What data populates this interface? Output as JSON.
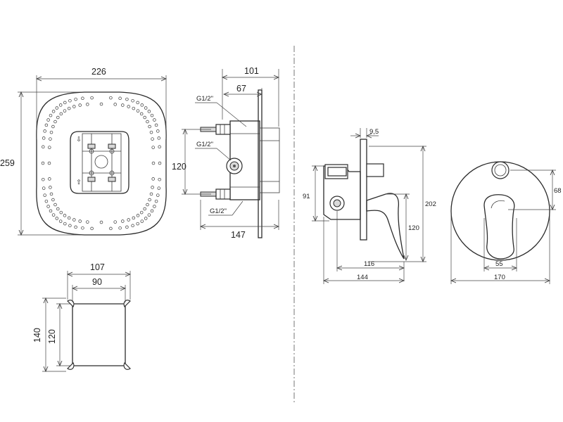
{
  "mounting_box_front": {
    "width": "226",
    "height": "259"
  },
  "mounting_box_side": {
    "depth_total": "101",
    "depth_inner": "67",
    "port_spacing": "120",
    "overall": "147",
    "thread_top": "G1/2\"",
    "thread_mid": "G1/2\"",
    "thread_bottom": "G1/2\""
  },
  "wall_plate": {
    "outer_width": "107",
    "inner_width": "90",
    "outer_height": "140",
    "inner_height": "120"
  },
  "mixer_side": {
    "flange": "9,5",
    "body_height": "91",
    "plate_height": "202",
    "lever_height": "120",
    "lever_reach": "116",
    "total_depth": "144"
  },
  "mixer_front": {
    "diameter": "170",
    "lever_width": "55",
    "knob_offset": "68"
  }
}
